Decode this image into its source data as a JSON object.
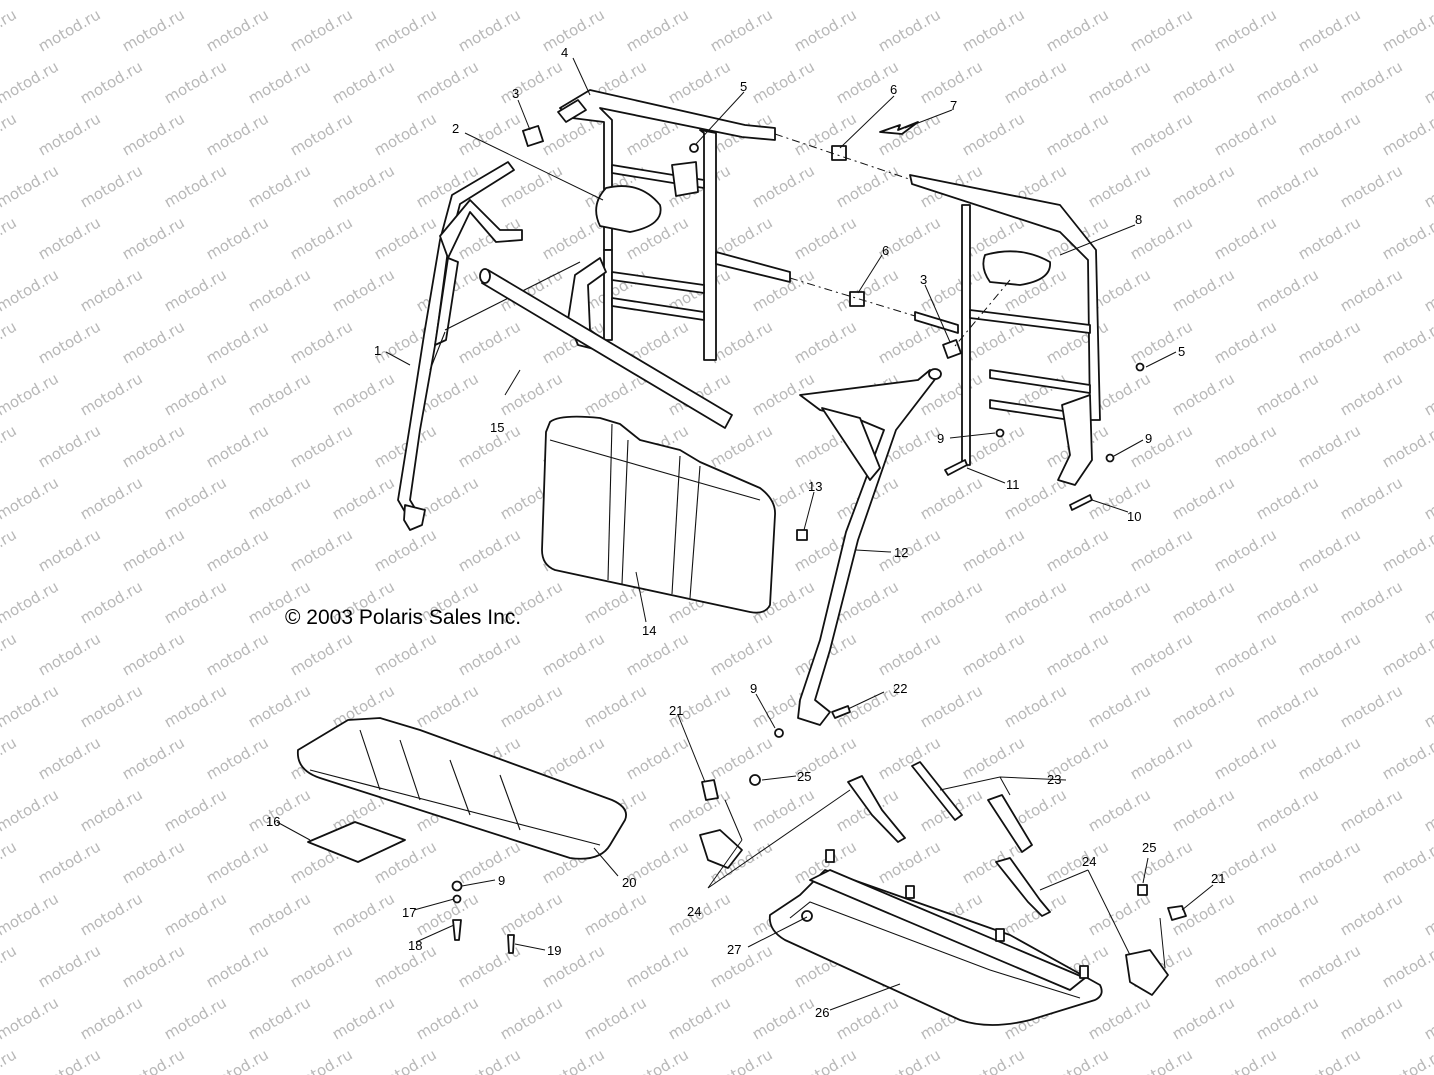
{
  "watermark": "motod.ru",
  "copyright": "© 2003 Polaris Sales Inc.",
  "callouts": [
    {
      "id": "c1",
      "label": "1"
    },
    {
      "id": "c2",
      "label": "2"
    },
    {
      "id": "c3a",
      "label": "3"
    },
    {
      "id": "c3b",
      "label": "3"
    },
    {
      "id": "c4",
      "label": "4"
    },
    {
      "id": "c5a",
      "label": "5"
    },
    {
      "id": "c5b",
      "label": "5"
    },
    {
      "id": "c6a",
      "label": "6"
    },
    {
      "id": "c6b",
      "label": "6"
    },
    {
      "id": "c7",
      "label": "7"
    },
    {
      "id": "c8",
      "label": "8"
    },
    {
      "id": "c9a",
      "label": "9"
    },
    {
      "id": "c9b",
      "label": "9"
    },
    {
      "id": "c9c",
      "label": "9"
    },
    {
      "id": "c9d",
      "label": "9"
    },
    {
      "id": "c10",
      "label": "10"
    },
    {
      "id": "c11",
      "label": "11"
    },
    {
      "id": "c12",
      "label": "12"
    },
    {
      "id": "c13",
      "label": "13"
    },
    {
      "id": "c14",
      "label": "14"
    },
    {
      "id": "c15",
      "label": "15"
    },
    {
      "id": "c16",
      "label": "16"
    },
    {
      "id": "c17",
      "label": "17"
    },
    {
      "id": "c18",
      "label": "18"
    },
    {
      "id": "c19",
      "label": "19"
    },
    {
      "id": "c20",
      "label": "20"
    },
    {
      "id": "c21a",
      "label": "21"
    },
    {
      "id": "c21b",
      "label": "21"
    },
    {
      "id": "c22",
      "label": "22"
    },
    {
      "id": "c23",
      "label": "23"
    },
    {
      "id": "c24a",
      "label": "24"
    },
    {
      "id": "c24b",
      "label": "24"
    },
    {
      "id": "c25a",
      "label": "25"
    },
    {
      "id": "c25b",
      "label": "25"
    },
    {
      "id": "c26",
      "label": "26"
    },
    {
      "id": "c27",
      "label": "27"
    }
  ]
}
